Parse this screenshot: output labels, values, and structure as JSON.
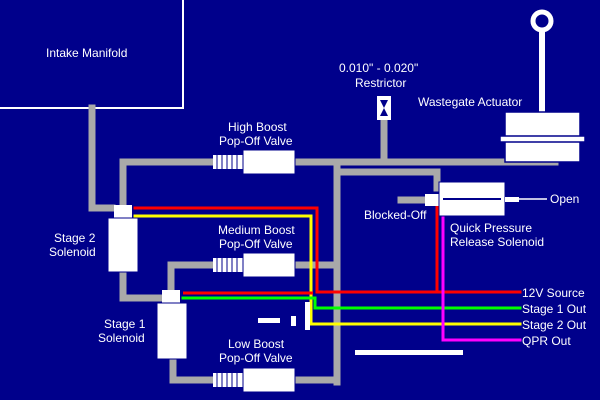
{
  "colors": {
    "background": "#00008b",
    "hose": "#a9a9a9",
    "component": "#ffffff",
    "wire_12v": "#ff0000",
    "wire_stage1": "#00ff00",
    "wire_stage2": "#ffff00",
    "wire_qpr": "#ff00ff"
  },
  "labels": {
    "intake_manifold": "Intake Manifold",
    "restrictor_line1": "0.010\" - 0.020\"",
    "restrictor_line2": "Restrictor",
    "wastegate_actuator": "Wastegate Actuator",
    "high_boost_line1": "High Boost",
    "high_boost_line2": "Pop-Off Valve",
    "medium_boost_line1": "Medium Boost",
    "medium_boost_line2": "Pop-Off Valve",
    "low_boost_line1": "Low Boost",
    "low_boost_line2": "Pop-Off Valve",
    "stage2_line1": "Stage 2",
    "stage2_line2": "Solenoid",
    "stage1_line1": "Stage 1",
    "stage1_line2": "Solenoid",
    "blocked_off": "Blocked-Off",
    "open": "Open",
    "qpr_line1": "Quick Pressure",
    "qpr_line2": "Release Solenoid"
  },
  "wires": [
    {
      "key": "12v",
      "label": "12V Source"
    },
    {
      "key": "stage1",
      "label": "Stage 1 Out"
    },
    {
      "key": "stage2",
      "label": "Stage 2 Out"
    },
    {
      "key": "qpr",
      "label": "QPR Out"
    }
  ]
}
